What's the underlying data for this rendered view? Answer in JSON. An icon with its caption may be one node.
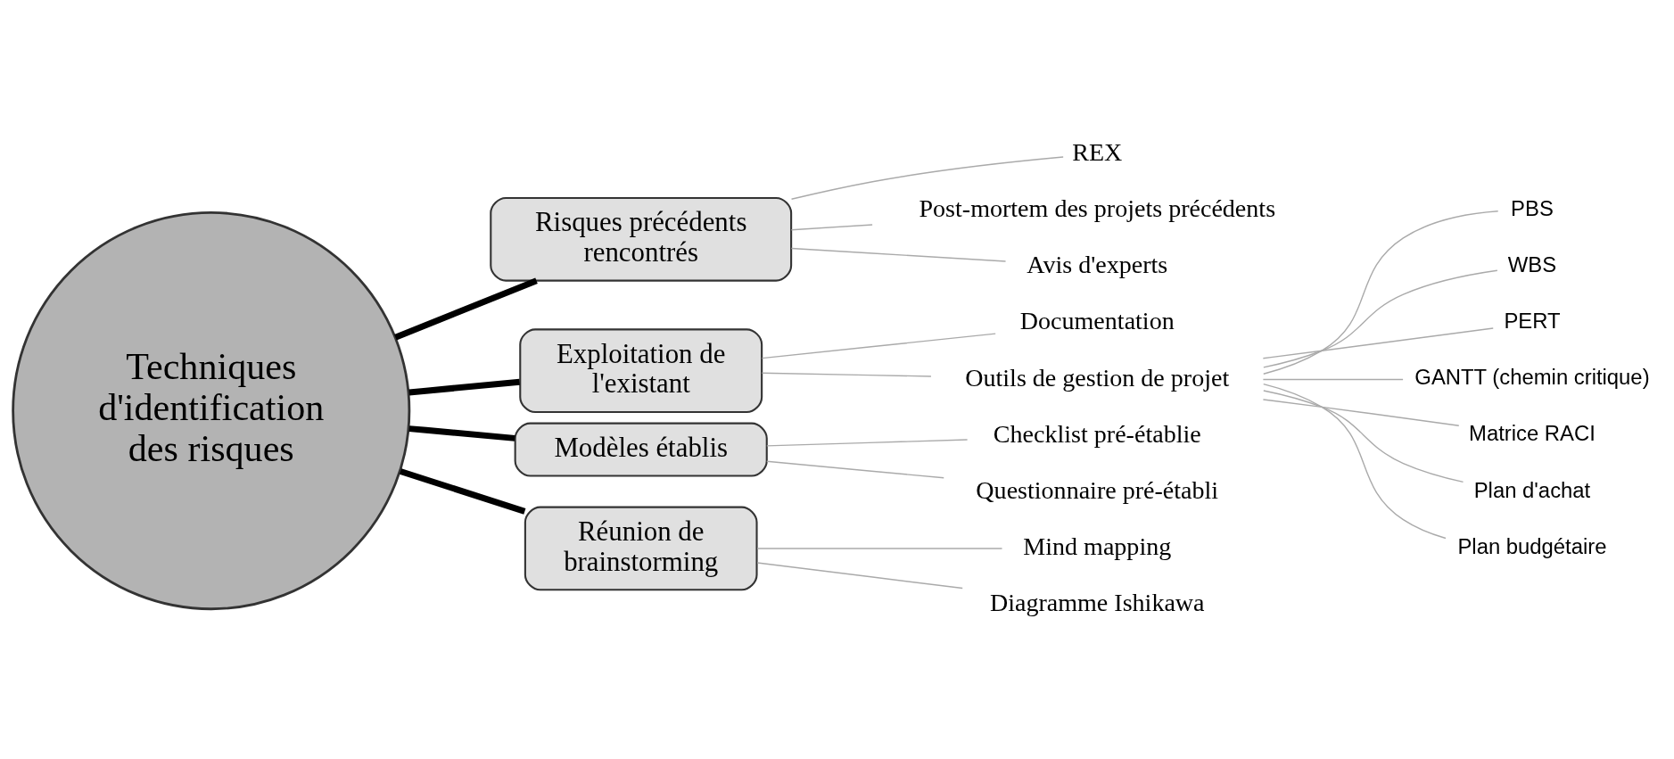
{
  "diagram": {
    "nodes": [
      {
        "text": [
          "Techniques d'identification des risques"
        ]
      },
      {
        "text": [
          "Risques précédents rencontrés"
        ]
      },
      {
        "text": [
          "REX"
        ]
      },
      {
        "text": [
          "Post-mortem des projets précédents"
        ]
      },
      {
        "text": [
          "Avis d'experts"
        ]
      },
      {
        "text": [
          "Exploitation de l'existant"
        ]
      },
      {
        "text": [
          "Documentation"
        ]
      },
      {
        "text": [
          "Outils de gestion de projet"
        ]
      },
      {
        "text": [
          "PBS"
        ]
      },
      {
        "text": [
          "WBS"
        ]
      },
      {
        "text": [
          "PERT"
        ]
      },
      {
        "text": [
          "GANTT (chemin critique)"
        ]
      },
      {
        "text": [
          "Matrice RACI"
        ]
      },
      {
        "text": [
          "Plan d'achat"
        ]
      },
      {
        "text": [
          "Plan budgétaire"
        ]
      },
      {
        "text": [
          "Modèles établis"
        ]
      },
      {
        "text": [
          "Checklist pré-établie"
        ]
      },
      {
        "text": [
          "Questionnaire pré-établi"
        ]
      },
      {
        "text": [
          "Réunion de brainstorming"
        ]
      },
      {
        "text": [
          "Mind mapping"
        ]
      },
      {
        "text": [
          "Diagramme Ishikawa"
        ]
      }
    ],
    "edges": [
      {
        "from": 0,
        "to": 1,
        "arrow": "none",
        "style": "thick",
        "color": "#000000"
      },
      {
        "from": 1,
        "to": 2,
        "arrow": "none"
      },
      {
        "from": 1,
        "to": 3,
        "arrow": "none"
      },
      {
        "from": 1,
        "to": 4,
        "arrow": "none"
      },
      {
        "from": 0,
        "to": 5,
        "arrow": "none",
        "style": "thick",
        "color": "#000000"
      },
      {
        "from": 5,
        "to": 6,
        "arrow": "none"
      },
      {
        "from": 5,
        "to": 7,
        "arrow": "none"
      },
      {
        "from": 7,
        "to": 8,
        "arrow": "none"
      },
      {
        "from": 7,
        "to": 9,
        "arrow": "none"
      },
      {
        "from": 7,
        "to": 10,
        "arrow": "none"
      },
      {
        "from": 7,
        "to": 11,
        "arrow": "none"
      },
      {
        "from": 7,
        "to": 12,
        "arrow": "none"
      },
      {
        "from": 7,
        "to": 13,
        "arrow": "none"
      },
      {
        "from": 7,
        "to": 14,
        "arrow": "none"
      },
      {
        "from": 0,
        "to": 15,
        "arrow": "none",
        "style": "thick",
        "color": "#000000"
      },
      {
        "from": 15,
        "to": 16,
        "arrow": "none"
      },
      {
        "from": 15,
        "to": 17,
        "arrow": "none"
      },
      {
        "from": 0,
        "to": 18,
        "arrow": "none",
        "style": "thick",
        "color": "#000000"
      },
      {
        "from": 18,
        "to": 19,
        "arrow": "none"
      },
      {
        "from": 18,
        "to": 20,
        "arrow": "none"
      }
    ]
  }
}
